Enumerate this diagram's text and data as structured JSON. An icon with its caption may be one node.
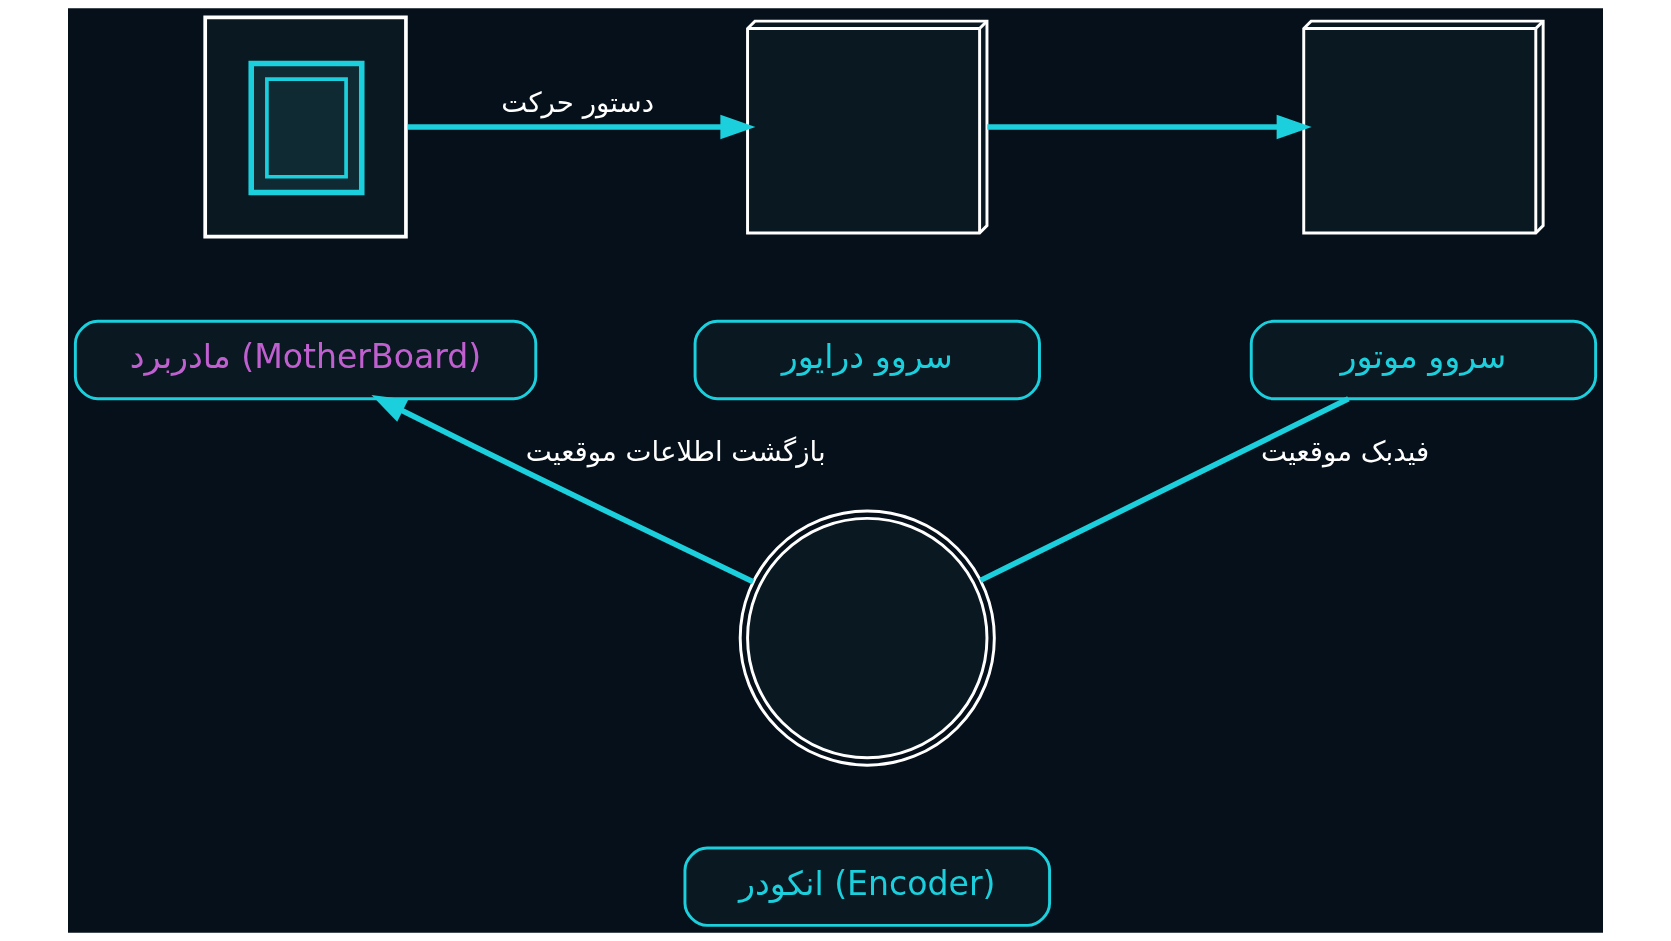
{
  "diagram": {
    "nodes": [
      {
        "text": [],
        "shape": "picture"
      },
      {
        "text": [],
        "shape": "picture"
      },
      {
        "text": [],
        "shape": "picture"
      },
      {
        "text": [
          "مادربرد (MotherBoard)"
        ]
      },
      {
        "text": [
          "سروو درایور"
        ]
      },
      {
        "text": [
          "سروو موتور"
        ]
      },
      {
        "text": [],
        "shape": "picture"
      },
      {
        "text": [
          "انکودر (Encoder)"
        ]
      }
    ],
    "edges": [
      {
        "from": 0,
        "to": 1,
        "arrow": "to",
        "label": "دستور حرکت"
      },
      {
        "from": 1,
        "to": 2,
        "arrow": "to"
      },
      {
        "from": 5,
        "to": 6,
        "arrow": "none",
        "label": "فیدبک موقعیت"
      },
      {
        "from": 6,
        "to": 3,
        "arrow": "to",
        "label": "بازگشت اطلاعات موقعیت"
      }
    ]
  }
}
